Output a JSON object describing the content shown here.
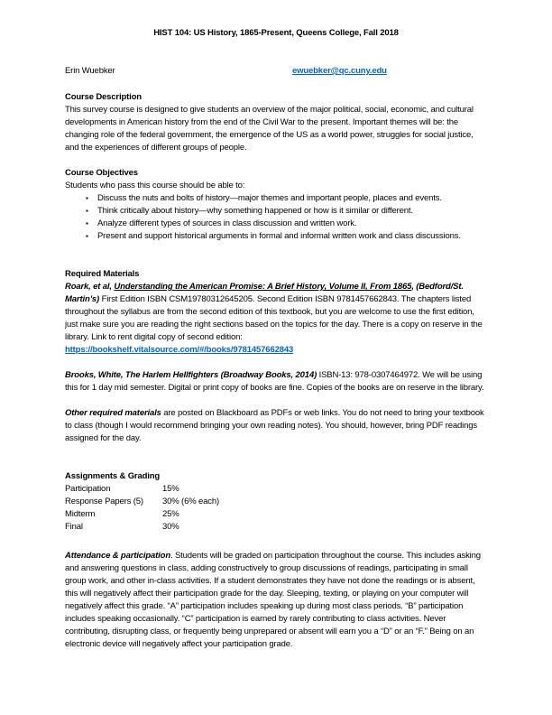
{
  "page": {
    "title": "HIST 104: US History, 1865-Present, Queens College, Fall 2018",
    "instructor": "Erin Wuebker",
    "email": "ewuebker@qc.cuny.edu"
  },
  "colors": {
    "text": "#000000",
    "link": "#0563c1",
    "background": "#ffffff"
  },
  "course_description": {
    "heading": "Course Description",
    "body": "This survey course is designed to give students an overview of the major political, social, economic, and cultural developments in American history from the end of the Civil War to the present.  Important themes will be: the changing role of the federal government, the emergence of the US as a world power, struggles for social justice, and the experiences of different groups of people."
  },
  "course_objectives": {
    "heading": "Course Objectives",
    "intro": "Students who pass this course should be able to:",
    "bullets": [
      "Discuss the nuts and bolts of history—major themes and important people, places and events.",
      "Think critically about history—why something happened or how is it similar or different.",
      "Analyze different types of sources in class discussion and written work.",
      "Present and support historical arguments in formal and informal written work and class discussions."
    ]
  },
  "required_materials": {
    "heading": "Required Materials",
    "textbook1": {
      "segments": [
        {
          "t": "Roark, et al, ",
          "s": "bi"
        },
        {
          "t": "Understanding the American Promise: A Brief History, Volume II, From 1865",
          "s": "biu"
        },
        {
          "t": ", (Bedford/St. Martin’s)",
          "s": "bi"
        },
        {
          "t": " First Edition ISBN CSM19780312645205. Second Edition ISBN 9781457662843. The chapters listed throughout the syllabus are from the second edition of this textbook, but you are welcome to use the first edition, just make sure you are reading the right sections based on the topics for the day.  There is a copy on reserve in the library. Link to rent digital copy of second edition:",
          "s": "r"
        }
      ]
    },
    "rental_link": "https://bookshelf.vitalsource.com/#/books/9781457662843",
    "textbook2": {
      "segments": [
        {
          "t": "Brooks, White, The Harlem Hellfighters (Broadway Books, 2014)",
          "s": "bi"
        },
        {
          "t": " ISBN-13: 978-0307464972. We will be using this for 1 day mid semester. Digital or print copy of books are fine. Copies of the books are on reserve in the library.",
          "s": "r"
        }
      ]
    },
    "other_materials": {
      "segments": [
        {
          "t": "Other required materials",
          "s": "bi"
        },
        {
          "t": " are posted on Blackboard as PDFs or web links. You do not need to bring your textbook to class (though I would recommend bringing your own reading notes). You should, however, bring PDF readings assigned for the day.",
          "s": "r"
        }
      ]
    }
  },
  "grading": {
    "heading": "Assignments & Grading",
    "rows": [
      {
        "label": "Participation",
        "value": "15%"
      },
      {
        "label": "Response Papers (5)",
        "value": "30% (6% each)"
      },
      {
        "label": "Midterm",
        "value": "25%"
      },
      {
        "label": "Final",
        "value": "30%"
      }
    ]
  },
  "attendance": {
    "segments": [
      {
        "t": "Attendance & participation",
        "s": "bi"
      },
      {
        "t": ".  Students will be graded on participation throughout the course.  This includes asking and answering questions in class, adding constructively to group discussions of readings, participating in small group work, and other in-class activities. If a student demonstrates they have not done the readings or is absent, this will negatively affect their participation grade for the day. Sleeping, texting, or playing on your computer will negatively affect this grade. “A” participation includes speaking up during most class periods. “B” participation includes speaking occasionally. “C” participation is earned by rarely contributing to class activities.  Never contributing, disrupting class, or frequently being unprepared or absent will earn you a “D” or an “F.” Being on an electronic device will negatively affect your participation grade.",
        "s": "r"
      }
    ]
  }
}
